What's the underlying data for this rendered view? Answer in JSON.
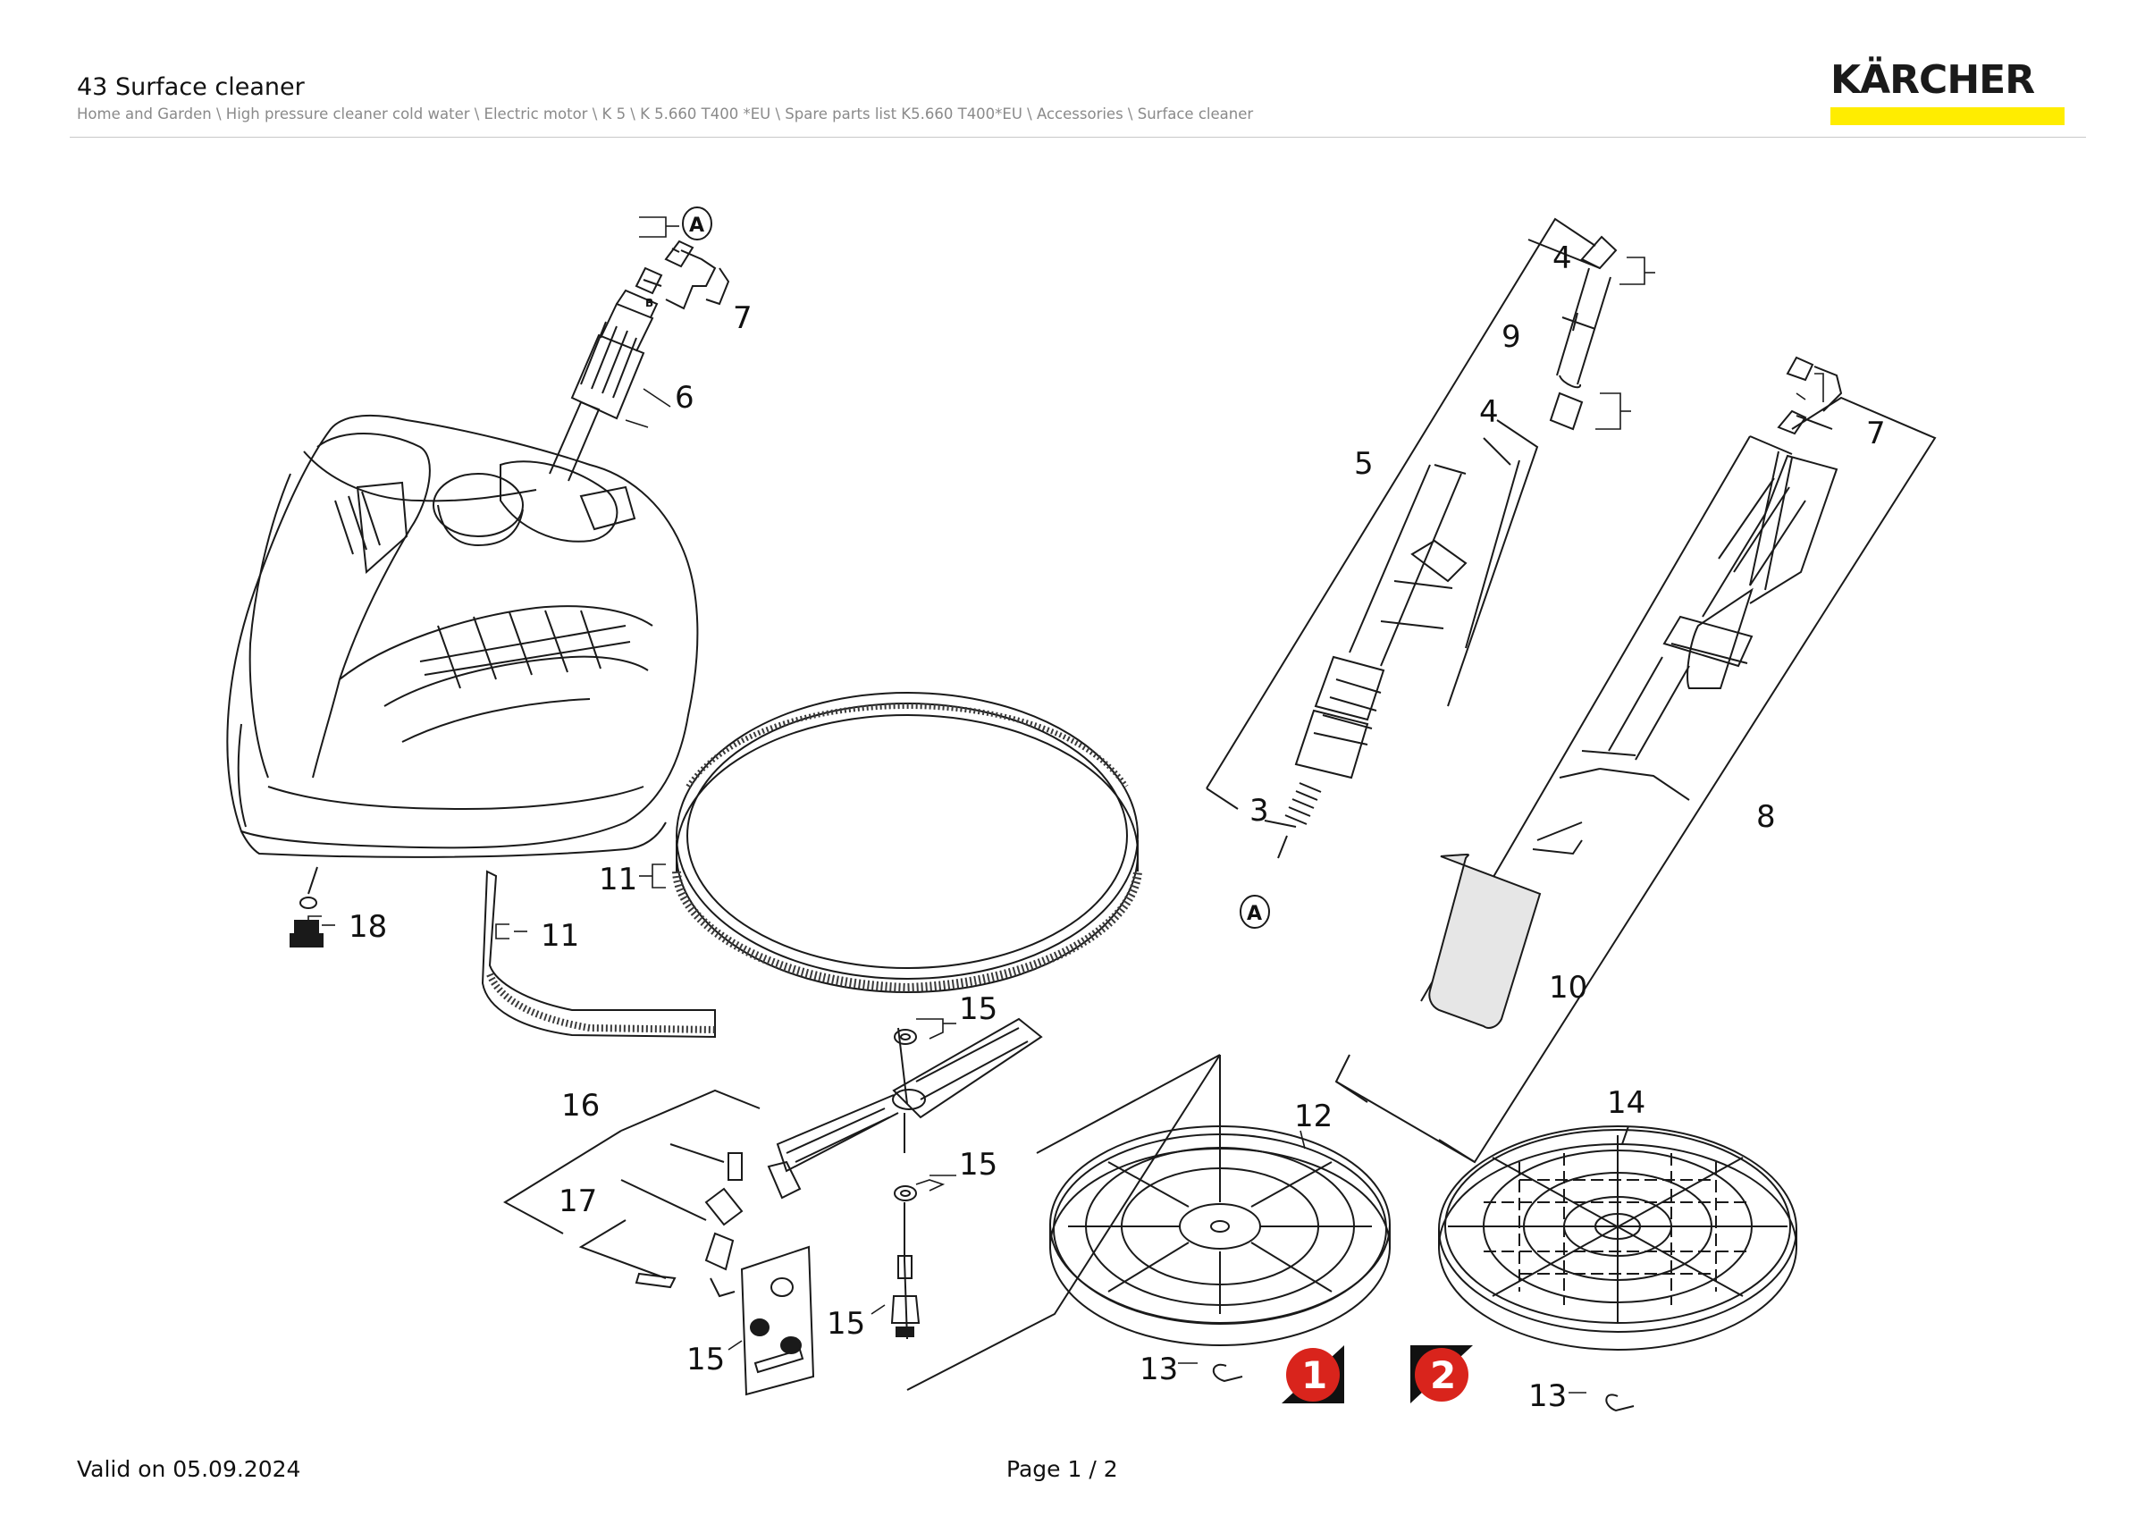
{
  "header": {
    "title": "43 Surface cleaner",
    "breadcrumb": "Home and Garden \\ High pressure cleaner cold water \\ Electric motor \\ K 5 \\ K 5.660 T400 *EU \\ Spare parts list K5.660 T400*EU \\ Accessories \\ Surface cleaner",
    "logo_text": "KÄRCHER",
    "logo_accent_color": "#ffed00"
  },
  "diagram": {
    "labels": {
      "p7a": "7",
      "p6": "6",
      "p4a": "4",
      "p9": "9",
      "p4b": "4",
      "p5": "5",
      "p7b": "7",
      "p3": "3",
      "p8": "8",
      "p10": "10",
      "p11a": "11",
      "p11b": "11",
      "p18": "18",
      "p15a": "15",
      "p16": "16",
      "p15b": "15",
      "p17": "17",
      "p12": "12",
      "p14": "14",
      "p15c": "15",
      "p15d": "15",
      "p13a": "13",
      "p13b": "13",
      "markA1": "A",
      "markA2": "A",
      "markB": "B",
      "variant1": "1",
      "variant2": "2"
    },
    "variant_badge_color": "#d9241c"
  },
  "footer": {
    "valid": "Valid on 05.09.2024",
    "page": "Page 1 / 2"
  }
}
